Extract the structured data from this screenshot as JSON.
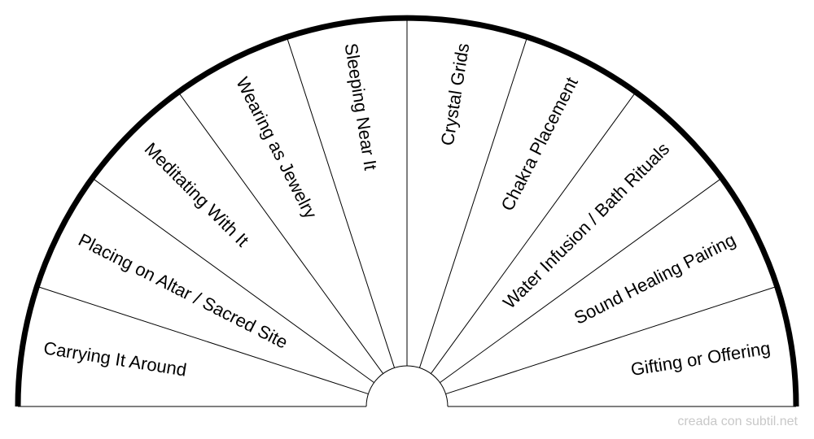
{
  "chart": {
    "sectors": [
      "Carrying It Around",
      "Placing on Altar / Sacred Site",
      "Meditating With It",
      "Wearing as Jewelry",
      "Sleeping Near It",
      "Crystal Grids",
      "Chakra Placement",
      "Water Infusion / Bath Rituals",
      "Sound Healing Pairing",
      "Gifting or Offering"
    ]
  },
  "watermark": "creada con subtil.net"
}
